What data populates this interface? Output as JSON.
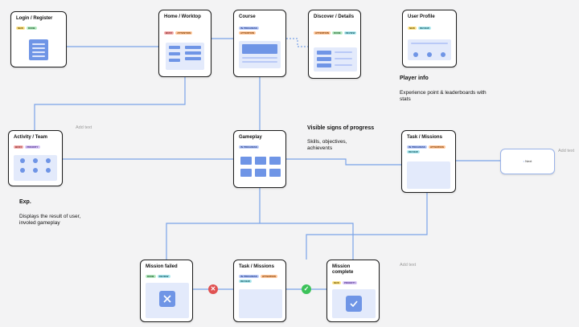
{
  "cards": {
    "login": {
      "title": "Login / Register",
      "tags": [
        "NEW",
        "DONE"
      ]
    },
    "home": {
      "title": "Home / Worktop",
      "tags": [
        "BUSY",
        "ATTENTION"
      ]
    },
    "course": {
      "title": "Course",
      "tags": [
        "IN PROGRESS",
        "ATTENTION"
      ]
    },
    "discover": {
      "title": "Discover / Details",
      "tags": [
        "ATTENTION",
        "DONE",
        "REVIEW"
      ]
    },
    "profile": {
      "title": "User Profile",
      "tags": [
        "NEW",
        "REVIEW"
      ]
    },
    "activity": {
      "title": "Activity / Team",
      "tags": [
        "BUSY",
        "PRIORITY"
      ]
    },
    "gameplay": {
      "title": "Gameplay",
      "tags": [
        "IN PROGRESS"
      ]
    },
    "task_top": {
      "title": "Task / Missions",
      "tags": [
        "IN PROGRESS",
        "ATTENTION",
        "REVIEW"
      ]
    },
    "next": {
      "title": "Next"
    },
    "mission_failed": {
      "title": "Mission failed",
      "tags": [
        "DONE",
        "REVIEW"
      ]
    },
    "task_bottom": {
      "title": "Task / Missions",
      "tags": [
        "IN PROGRESS",
        "ATTENTION",
        "REVIEW"
      ]
    },
    "mission_complete": {
      "title": "Mission complete",
      "tags": [
        "NEW",
        "PRIORITY"
      ]
    }
  },
  "annotations": {
    "player_info_title": "Player info",
    "player_info_body": "Experience point & leaderboards with stats",
    "progress_title": "Visible signs of progress",
    "progress_body": "Skills, objectives, achievents",
    "exp_title": "Exp.",
    "exp_body": "Displays the result of user, involed gameplay"
  },
  "notes": {
    "add_text_1": "Add text",
    "add_text_2": "Add text",
    "add_text_3": "Add text"
  },
  "icons": {
    "fail": "x-circle-icon",
    "success": "check-circle-icon"
  },
  "colors": {
    "connector": "#7aa3e8",
    "fail": "#e05252",
    "success": "#3cc25a",
    "screen_fill": "#e3eafb",
    "screen_block": "#6f95e6"
  }
}
